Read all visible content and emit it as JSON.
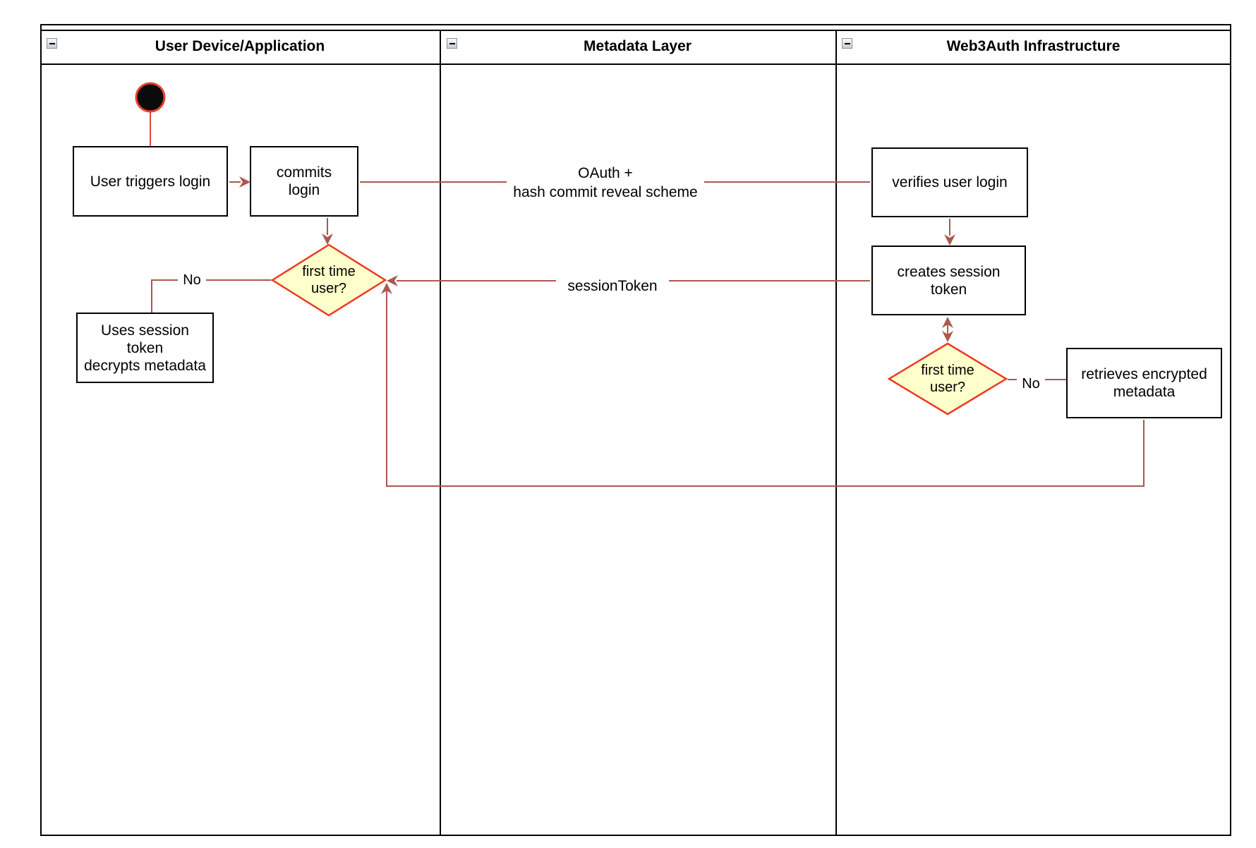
{
  "lanes": [
    {
      "title": "User Device/Application"
    },
    {
      "title": "Metadata Layer"
    },
    {
      "title": "Web3Auth Infrastructure"
    }
  ],
  "nodes": {
    "user_triggers_login": "User triggers login",
    "commits_login": "commits\nlogin",
    "first_time_user_left": "first time\nuser?",
    "uses_session_token": "Uses session\ntoken\ndecrypts metadata",
    "verifies_user_login": "verifies user login",
    "creates_session_token": "creates session\ntoken",
    "first_time_user_right": "first time\nuser?",
    "retrieves_encrypted_metadata": "retrieves encrypted\nmetadata"
  },
  "edge_labels": {
    "oauth": "OAuth +\nhash commit reveal scheme",
    "session_token": "sessionToken",
    "no_left": "No",
    "no_right": "No"
  },
  "colors": {
    "connector": "#ab584f",
    "start_connector": "#e0453c",
    "decision_fill": "#ffffcc",
    "decision_border": "#ec3b24",
    "node_border": "#000000",
    "start_fill": "#0b0b0b",
    "start_ring": "#e8432f"
  }
}
